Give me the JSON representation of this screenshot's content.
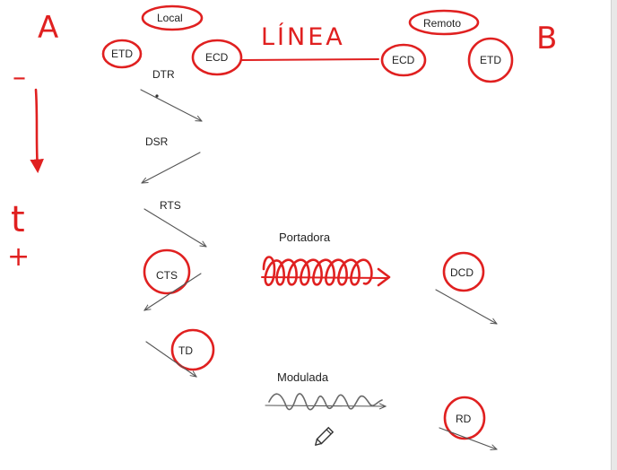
{
  "annotations": {
    "side_a": "A",
    "side_b": "B",
    "minus": "–",
    "time": "t",
    "plus": "+",
    "line_label": "LÍNEA"
  },
  "header": {
    "local": "Local",
    "remote": "Remoto",
    "etd_left": "ETD",
    "ecd_left": "ECD",
    "ecd_right": "ECD",
    "etd_right": "ETD"
  },
  "signals": {
    "dtr": "DTR",
    "dsr": "DSR",
    "rts": "RTS",
    "cts": "CTS",
    "td": "TD",
    "dcd": "DCD",
    "rd": "RD"
  },
  "waves": {
    "carrier": "Portadora",
    "modulated": "Modulada"
  },
  "tool": {
    "icon": "pencil-icon"
  },
  "colors": {
    "ink": "#e02020",
    "text": "#222222",
    "arrow": "#555555"
  }
}
